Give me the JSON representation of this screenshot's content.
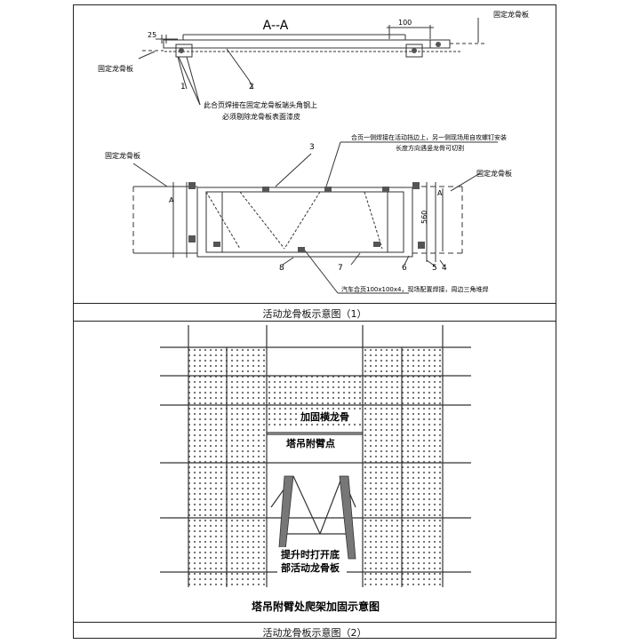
{
  "figure1": {
    "section_label": "A--A",
    "dim_25": "25",
    "dim_100": "100",
    "dim_560": "560",
    "fixed_keel_top_right": "固定龙骨板",
    "fixed_keel_top_left": "固定龙骨板",
    "fixed_keel_mid_left": "固定龙骨板",
    "fixed_keel_mid_right": "固定龙骨板",
    "num_1": "1",
    "num_2": "2",
    "num_3": "3",
    "num_4": "4",
    "num_5": "5",
    "num_6": "6",
    "num_7": "7",
    "num_8": "8",
    "section_mark_A": "A",
    "section_mark_A2": "A",
    "note_weld_line1": "此合页焊接在固定龙骨板端头角钢上",
    "note_weld_line2": "必须剔除龙骨板表面漆皮",
    "note_hinge_line1": "合页一侧焊接在活动挡边上，另一侧现场用自攻螺钉安装",
    "note_hinge_line2": "长度方向遇竖龙骨可切割",
    "note_car_hinge": "汽车合页100x100x4，现场配置焊接，周边三角堆焊"
  },
  "caption1": "活动龙骨板示意图（1）",
  "figure2": {
    "label_reinforce": "加固横龙骨",
    "label_attach": "塔吊附臂点",
    "label_open_line1": "提升时打开底",
    "label_open_line2": "部活动龙骨板",
    "title": "塔吊附臂处爬架加固示意图"
  },
  "caption2": "活动龙骨板示意图（2）"
}
